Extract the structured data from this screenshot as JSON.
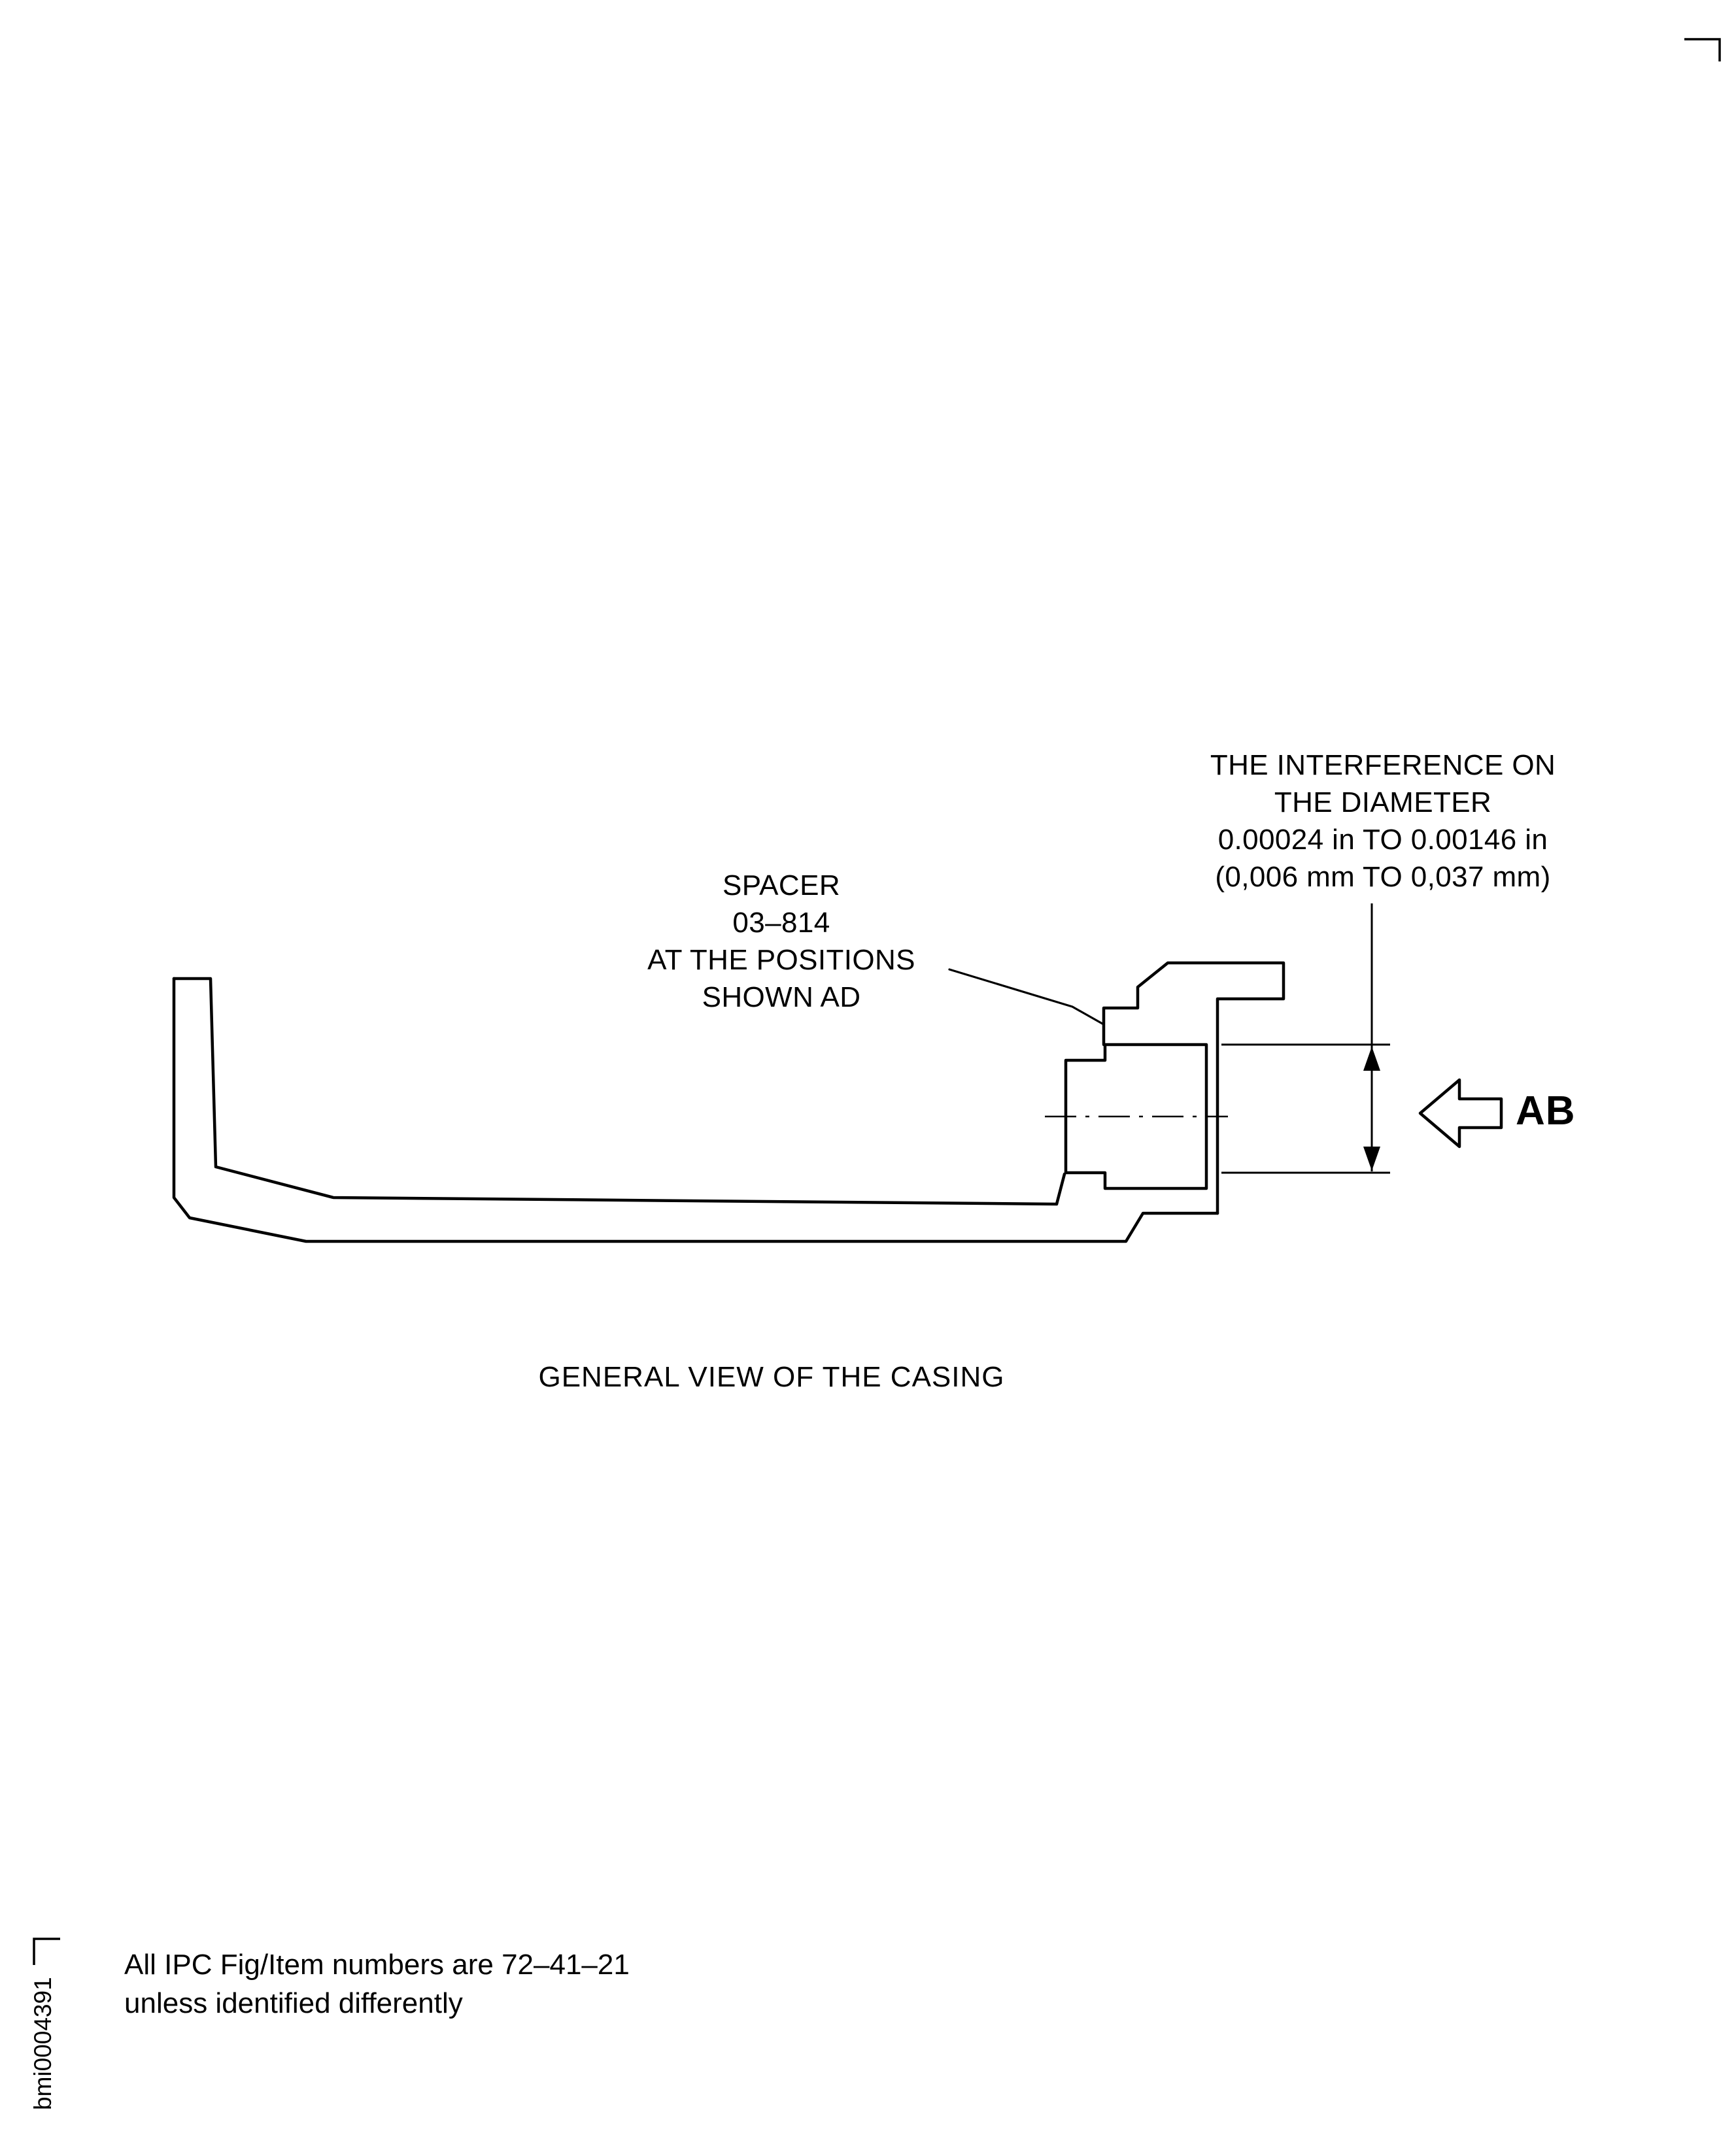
{
  "annotations": {
    "interference": {
      "line1": "THE INTERFERENCE ON",
      "line2": "THE DIAMETER",
      "line3": "0.00024 in TO 0.00146 in",
      "line4": "(0,006 mm TO 0,037 mm)"
    },
    "spacer": {
      "line1": "SPACER",
      "line2": "03–814",
      "line3": "AT THE POSITIONS",
      "line4": "SHOWN AD"
    },
    "ab_label": "AB",
    "caption": "GENERAL VIEW OF THE CASING",
    "footnote_line1": "All IPC Fig/Item numbers are 72–41–21",
    "footnote_line2": "unless identified differently",
    "doc_id": "bmi0004391"
  },
  "colors": {
    "ink": "#000000",
    "background": "#ffffff"
  }
}
